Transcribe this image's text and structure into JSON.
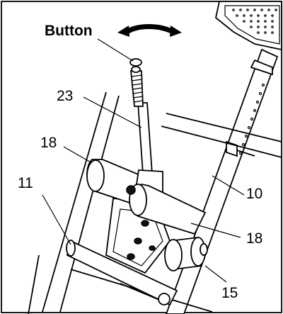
{
  "button_label": "Button",
  "parts": [
    {
      "id": "23",
      "label": "23"
    },
    {
      "id": "18a",
      "label": "18"
    },
    {
      "id": "11",
      "label": "11"
    },
    {
      "id": "10",
      "label": "10"
    },
    {
      "id": "18b",
      "label": "18"
    },
    {
      "id": "15",
      "label": "15"
    }
  ],
  "icons": [
    "rotate-arrow-icon"
  ]
}
